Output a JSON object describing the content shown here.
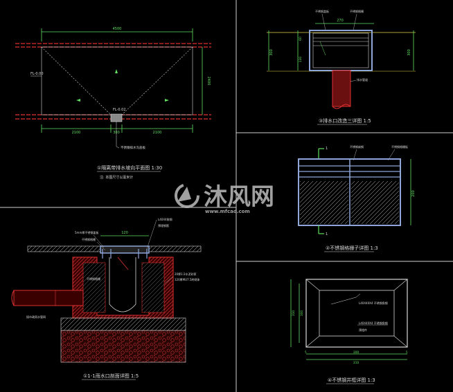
{
  "panels": {
    "plan": {
      "dim_total": "4500",
      "dim_left": "2100",
      "dim_mid": "300",
      "dim_right": "2100",
      "dim_height": "2400",
      "elev_left": "FL-0.00",
      "elev_center": "FL-0.02",
      "drain_note": "不锈钢排水沟盖板",
      "title": "①隔离带排水坡向平面图 1:30",
      "subtitle": "注: 本图尺寸以毫米计"
    },
    "drain_section": {
      "dim_top": "270",
      "dim_left": "300",
      "dim_right": "300",
      "dim_a": "60",
      "dim_b": "130",
      "note_top_left": "不锈钢盖板",
      "note_top_right": "不锈钢格栅",
      "note_pipe": "排水管道",
      "title": "③排水口改造三详图 1:5"
    },
    "grate": {
      "marker_top": "1",
      "marker_bottom": "1",
      "dim_height": "200",
      "note_left": "不锈钢扁钢",
      "note_right": "不锈钢格栅板",
      "title": "②不锈钢格栅子详图 1:3"
    },
    "section": {
      "note_top_a": "5mm厚不锈钢盖板",
      "note_top_b": "不锈钢格栅",
      "note_right_a": "L40X4角钢",
      "note_right_b": "预埋钢筋",
      "note_right_c": "20厚1:2水泥砂浆",
      "note_right_d": "120厚MU7.5砖砌体",
      "note_mid": "不锈钢格栅",
      "note_pipe": "接市政雨水管网",
      "dim_top": "120",
      "title": "①1-1雨水口剖面详图 1:5"
    },
    "frame": {
      "note_a": "L40X40X4 不锈钢角钢",
      "note_b": "L40X40X4 不锈钢角钢",
      "note_c": "预埋件",
      "dim_left_a": "310",
      "dim_left_b": "300",
      "dim_bottom": "300",
      "dim_bottom_total": "310",
      "dim_b1": "5",
      "dim_b2": "5",
      "title": "④不锈钢井框详图 1:3"
    }
  },
  "watermark": {
    "text": "沐风网",
    "url": "www.mfcad.com"
  },
  "colors": {
    "bg": "#000000",
    "line": "#d8d8d8",
    "dim": "#5fe05f",
    "red": "#e03030",
    "hatch": "#c83232",
    "panel_rule": "#cfcfcf"
  }
}
